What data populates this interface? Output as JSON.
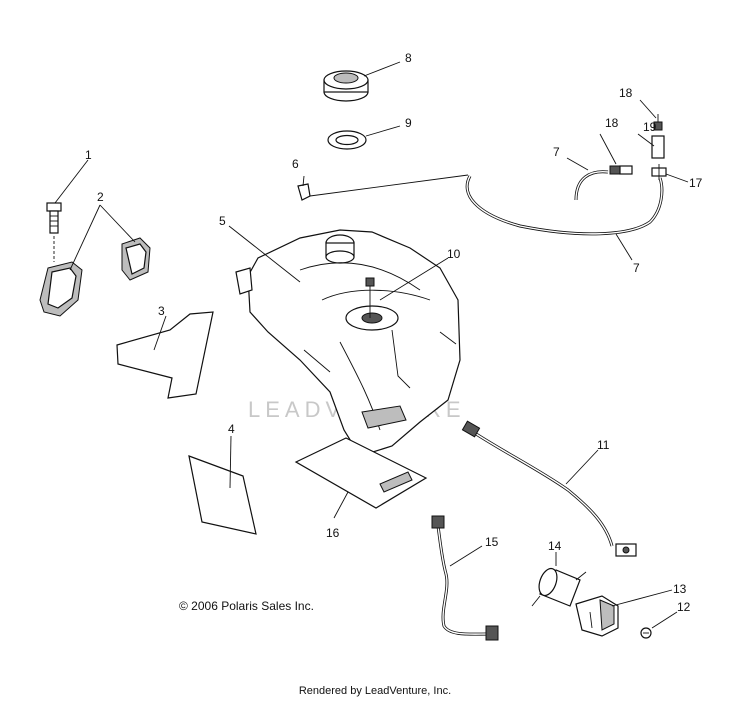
{
  "callouts": [
    "1",
    "2",
    "3",
    "4",
    "5",
    "6",
    "7",
    "7",
    "8",
    "9",
    "10",
    "11",
    "12",
    "13",
    "14",
    "15",
    "16",
    "17",
    "18",
    "18",
    "19"
  ],
  "watermark": "LEADVENTURE",
  "copyright": "© 2006 Polaris Sales Inc.",
  "rendered_by": "Rendered by LeadVenture, Inc."
}
